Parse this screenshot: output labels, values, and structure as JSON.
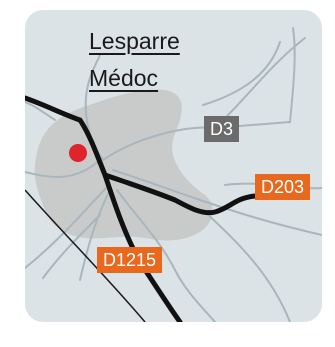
{
  "town": {
    "line1": "Lesparre",
    "line2": "Médoc"
  },
  "roads": [
    {
      "label": "D3",
      "category": "departmental-minor",
      "color": "#6b6b6b"
    },
    {
      "label": "D203",
      "category": "departmental",
      "color": "#e8691d"
    },
    {
      "label": "D1215",
      "category": "departmental",
      "color": "#e8691d"
    }
  ],
  "marker": {
    "icon": "location-dot-icon",
    "color": "#e0242b"
  },
  "colors": {
    "background": "#dbe3e7",
    "urban_area": "#c9cbcb",
    "minor_road": "#a9b6bd",
    "major_road": "#111111"
  }
}
